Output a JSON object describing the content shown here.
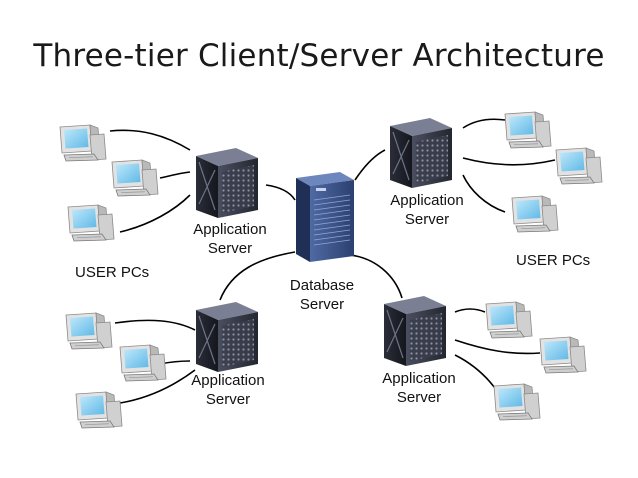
{
  "title": "Three-tier Client/Server Architecture",
  "labels": {
    "user_pcs_left": "USER PCs",
    "user_pcs_right": "USER PCs",
    "app_server_line1": "Application",
    "app_server_line2": "Server",
    "db_server_line1": "Database",
    "db_server_line2": "Server"
  },
  "colors": {
    "screen": "#8fd3f5",
    "monitor_body": "#d9d9d9",
    "server_dark": "#2f3342",
    "server_top": "#7a7f94",
    "database_blue": "#35508a",
    "connector": "#000000"
  }
}
